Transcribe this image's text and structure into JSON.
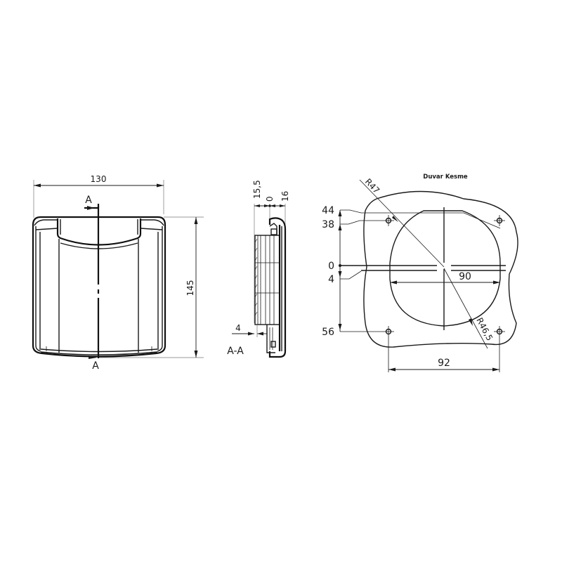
{
  "drawing": {
    "front_view": {
      "width_dim": "130",
      "height_dim": "145",
      "section_marker_top": "A",
      "section_marker_bottom": "A"
    },
    "section_view": {
      "label": "A-A",
      "dim_left": "15,5",
      "dim_center": "0",
      "dim_right": "16",
      "dim_bottom": "4"
    },
    "cutout_view": {
      "title": "Duvar Kesme",
      "radius_outer": "R47",
      "radius_inner": "R46,5",
      "ordinates": [
        "44",
        "38",
        "0",
        "4",
        "56"
      ],
      "width_dim_inner": "90",
      "width_dim_holes": "92"
    },
    "colors": {
      "line": "#1a1a1a",
      "background": "#ffffff"
    }
  }
}
